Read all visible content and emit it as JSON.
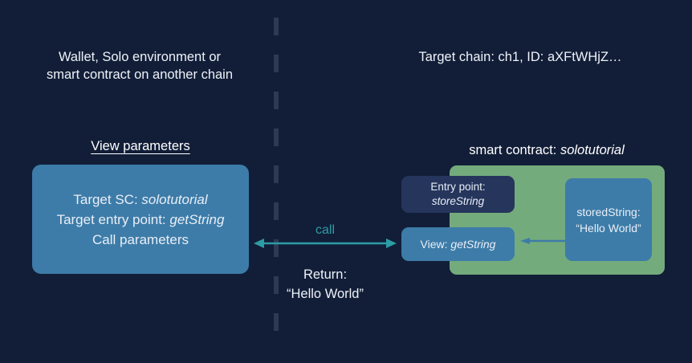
{
  "diagram": {
    "background_color": "#121e38",
    "accent_teal": "#2d9ca4",
    "accent_blue": "#3d7ca8",
    "accent_green": "#74ab7c",
    "accent_navy": "#25355c",
    "divider_color": "#2e3a54"
  },
  "left": {
    "header": "Wallet, Solo environment or\nsmart contract on another chain",
    "section_title": "View parameters",
    "params_box": {
      "line1_label": "Target SC:",
      "line1_value": "solotutorial",
      "line2_label": "Target entry point:",
      "line2_value": "getString",
      "line3": "Call parameters"
    }
  },
  "center": {
    "call_label": "call",
    "return_label": "Return:\n“Hello World”",
    "arrow_icon": "double-headed-arrow-icon"
  },
  "right": {
    "header": "Target chain: ch1, ID: aXFtWHjZ…",
    "contract_title_label": "smart contract:",
    "contract_title_value": "solotutorial",
    "entry_point": {
      "label": "Entry point:",
      "value": "storeString"
    },
    "view": {
      "label": "View:",
      "value": "getString"
    },
    "stored_string": {
      "label": "storedString:",
      "value": "“Hello World”"
    },
    "inner_arrow_icon": "left-arrow-icon"
  }
}
